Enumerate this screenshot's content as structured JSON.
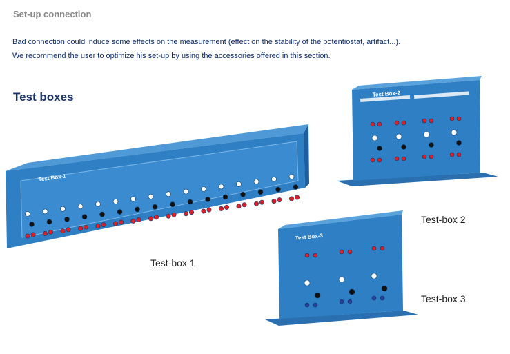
{
  "page": {
    "title": "Set-up connection",
    "paragraphs": [
      "Bad connection could induce some effects on the measurement (effect on the stability of the potentiostat, artifact...).",
      "We recommend the user to optimize his set-up by using the accessories offered in this section."
    ],
    "section_heading": "Test boxes"
  },
  "products": [
    {
      "caption": "Test-box 1",
      "panel_label": "Test Box-1"
    },
    {
      "caption": "Test-box 2",
      "panel_label": "Test Box-2"
    },
    {
      "caption": "Test-box 3",
      "panel_label": "Test Box-3"
    }
  ],
  "colors": {
    "box_blue": "#2f7fc4",
    "box_dark": "#1d5f9e",
    "jack_red": "#d8212a",
    "jack_black": "#111111",
    "jack_white": "#ffffff"
  }
}
